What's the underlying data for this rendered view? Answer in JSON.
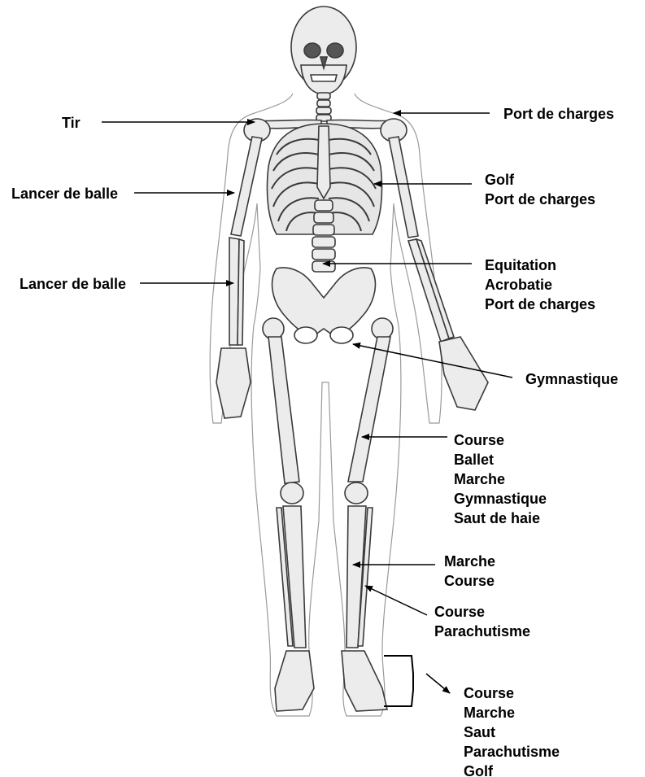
{
  "labels": {
    "tir": [
      "Tir"
    ],
    "port_charges_shoulder": [
      "Port de charges"
    ],
    "lancer_upper": [
      "Lancer de balle"
    ],
    "golf_ribs": [
      "Golf",
      "Port de charges"
    ],
    "lancer_forearm": [
      "Lancer de balle"
    ],
    "spine": [
      "Equitation",
      "Acrobatie",
      "Port de charges"
    ],
    "gymnastique_pelvis": [
      "Gymnastique"
    ],
    "femur": [
      "Course",
      "Ballet",
      "Marche",
      "Gymnastique",
      "Saut de haie"
    ],
    "tibia": [
      "Marche",
      "Course"
    ],
    "fibula": [
      "Course",
      "Parachutisme"
    ],
    "foot": [
      "Course",
      "Marche",
      "Saut",
      "Parachutisme",
      "Golf"
    ]
  },
  "colors": {
    "bone_fill": "#ececec",
    "bone_stroke": "#3a3a3a",
    "outline": "#8a8a8a",
    "arrow": "#000000"
  }
}
